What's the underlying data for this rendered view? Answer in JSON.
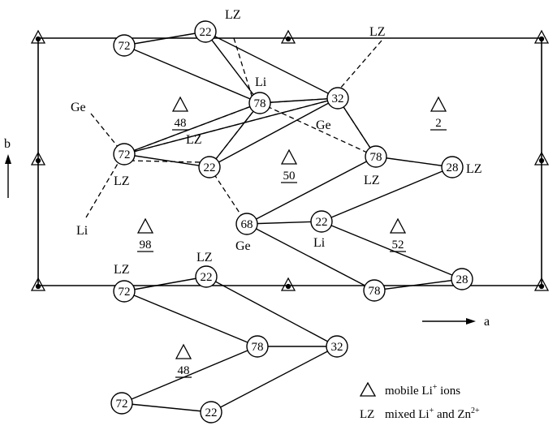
{
  "nodes": [
    {
      "id": "n72a",
      "label": "72"
    },
    {
      "id": "n22a",
      "label": "22"
    },
    {
      "id": "n78a",
      "label": "78"
    },
    {
      "id": "n32a",
      "label": "32"
    },
    {
      "id": "n72b",
      "label": "72"
    },
    {
      "id": "n22b",
      "label": "22"
    },
    {
      "id": "n78b",
      "label": "78"
    },
    {
      "id": "n28a",
      "label": "28"
    },
    {
      "id": "n68",
      "label": "68"
    },
    {
      "id": "n22c",
      "label": "22"
    },
    {
      "id": "n78c",
      "label": "78"
    },
    {
      "id": "n28b",
      "label": "28"
    },
    {
      "id": "n72c",
      "label": "72"
    },
    {
      "id": "n22d",
      "label": "22"
    },
    {
      "id": "n78d",
      "label": "78"
    },
    {
      "id": "n32b",
      "label": "32"
    },
    {
      "id": "n72d",
      "label": "72"
    },
    {
      "id": "n22e",
      "label": "22"
    }
  ],
  "solid_edges": [
    [
      "n72a",
      "n22a"
    ],
    [
      "n72a",
      "n78a"
    ],
    [
      "n22a",
      "n78a"
    ],
    [
      "n22a",
      "n32a"
    ],
    [
      "n78a",
      "n32a"
    ],
    [
      "n78a",
      "n72b"
    ],
    [
      "n32a",
      "n72b"
    ],
    [
      "n78a",
      "n22b"
    ],
    [
      "n32a",
      "n22b"
    ],
    [
      "n72b",
      "n22b"
    ],
    [
      "n32a",
      "n78b"
    ],
    [
      "n78b",
      "n28a"
    ],
    [
      "n78b",
      "n68"
    ],
    [
      "n68",
      "n22c"
    ],
    [
      "n22c",
      "n28a"
    ],
    [
      "n68",
      "n78c"
    ],
    [
      "n22c",
      "n28b"
    ],
    [
      "n78c",
      "n28b"
    ],
    [
      "n72c",
      "n22d"
    ],
    [
      "n72c",
      "n78d"
    ],
    [
      "n22d",
      "n32b"
    ],
    [
      "n78d",
      "n32b"
    ],
    [
      "n78d",
      "n72d"
    ],
    [
      "n32b",
      "n22e"
    ],
    [
      "n72d",
      "n22e"
    ]
  ],
  "dashed_edges": [
    [
      "n72b",
      "n78a"
    ],
    [
      "n72b",
      "n32a"
    ],
    [
      "n22b",
      "n78a"
    ],
    [
      "n22b",
      "n68"
    ],
    [
      "n78a",
      "n78b"
    ],
    [
      "n32a",
      "n78b"
    ],
    [
      "n78a",
      "n32a"
    ]
  ],
  "edge_labels": {
    "top_lz": "LZ",
    "top_right_lz": "LZ",
    "li_upper": "Li",
    "ge_left": "Ge",
    "ge_mid": "Ge",
    "lz_mid": "LZ",
    "lz_left": "LZ",
    "li_left": "Li",
    "lz_78b": "LZ",
    "lz_28a": "LZ",
    "ge_68": "Ge",
    "li_22c": "Li",
    "lz_72c": "LZ",
    "lz_22d": "LZ"
  },
  "mobile_sites": [
    {
      "id": "m48a",
      "number": "48"
    },
    {
      "id": "m2",
      "number": "2"
    },
    {
      "id": "m50",
      "number": "50"
    },
    {
      "id": "m98",
      "number": "98"
    },
    {
      "id": "m52",
      "number": "52"
    },
    {
      "id": "m48b",
      "number": "48"
    }
  ],
  "axes": {
    "a_label": "a",
    "b_label": "b"
  },
  "legend": {
    "mobile_text": "mobile Li",
    "mobile_sup": "+",
    "mobile_suffix": " ions",
    "lz_key": "LZ",
    "mixed_text": "mixed Li",
    "mixed_sup": "+",
    "and_text": " and  Zn",
    "zn_sup": "2+"
  },
  "colors": {
    "ink": "#000000",
    "background": "#ffffff"
  }
}
